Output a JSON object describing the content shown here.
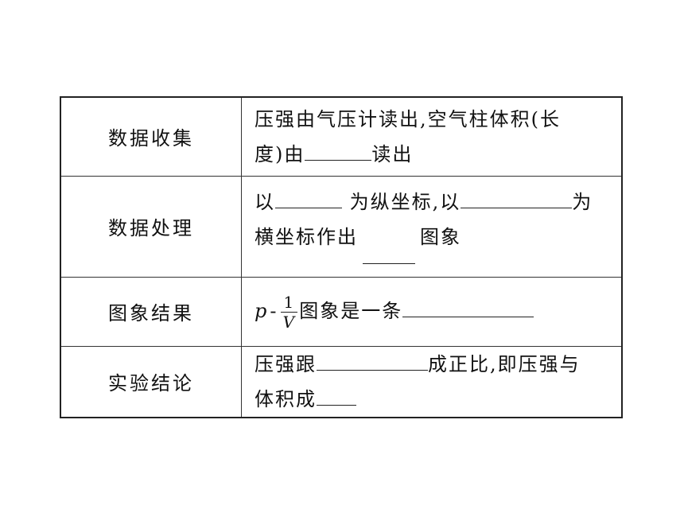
{
  "table": {
    "rows": [
      {
        "label": "数据收集",
        "line1": "压强由气压计读出,空气柱体积(长",
        "line2a": "度)由",
        "line2b": "读出"
      },
      {
        "label": "数据处理",
        "line1a": "以",
        "line1b": "为纵坐标,以",
        "line1c": "为",
        "line2a": "横坐标作出",
        "line2b": "图象"
      },
      {
        "label": "图象结果",
        "var_p": "p",
        "dash": "-",
        "frac_num": "1",
        "frac_den": "V",
        "text": "图象是一条"
      },
      {
        "label": "实验结论",
        "line1a": "压强跟",
        "line1b": "成正比,即压强与",
        "line2a": "体积成"
      }
    ]
  }
}
